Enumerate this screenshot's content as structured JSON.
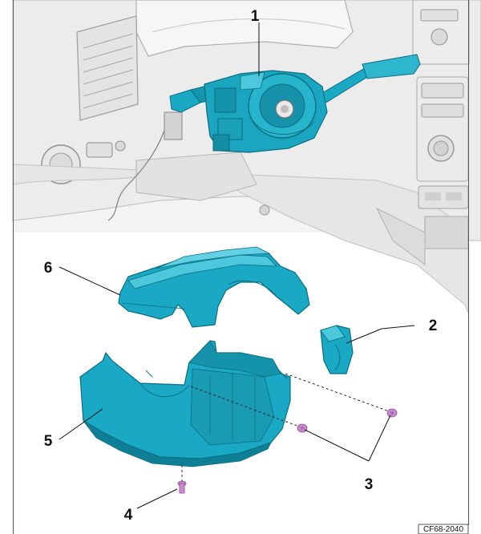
{
  "figure": {
    "reference": "CF68-2040",
    "callouts": [
      "1",
      "2",
      "3",
      "4",
      "5",
      "6"
    ]
  },
  "colors": {
    "part_fill": "#19a9c4",
    "part_dark": "#0f7f96",
    "part_light": "#4cc7dc",
    "screw": "#c98ad0",
    "dash_line": "#d7d7d7",
    "dash_fill": "#eeeeee"
  }
}
